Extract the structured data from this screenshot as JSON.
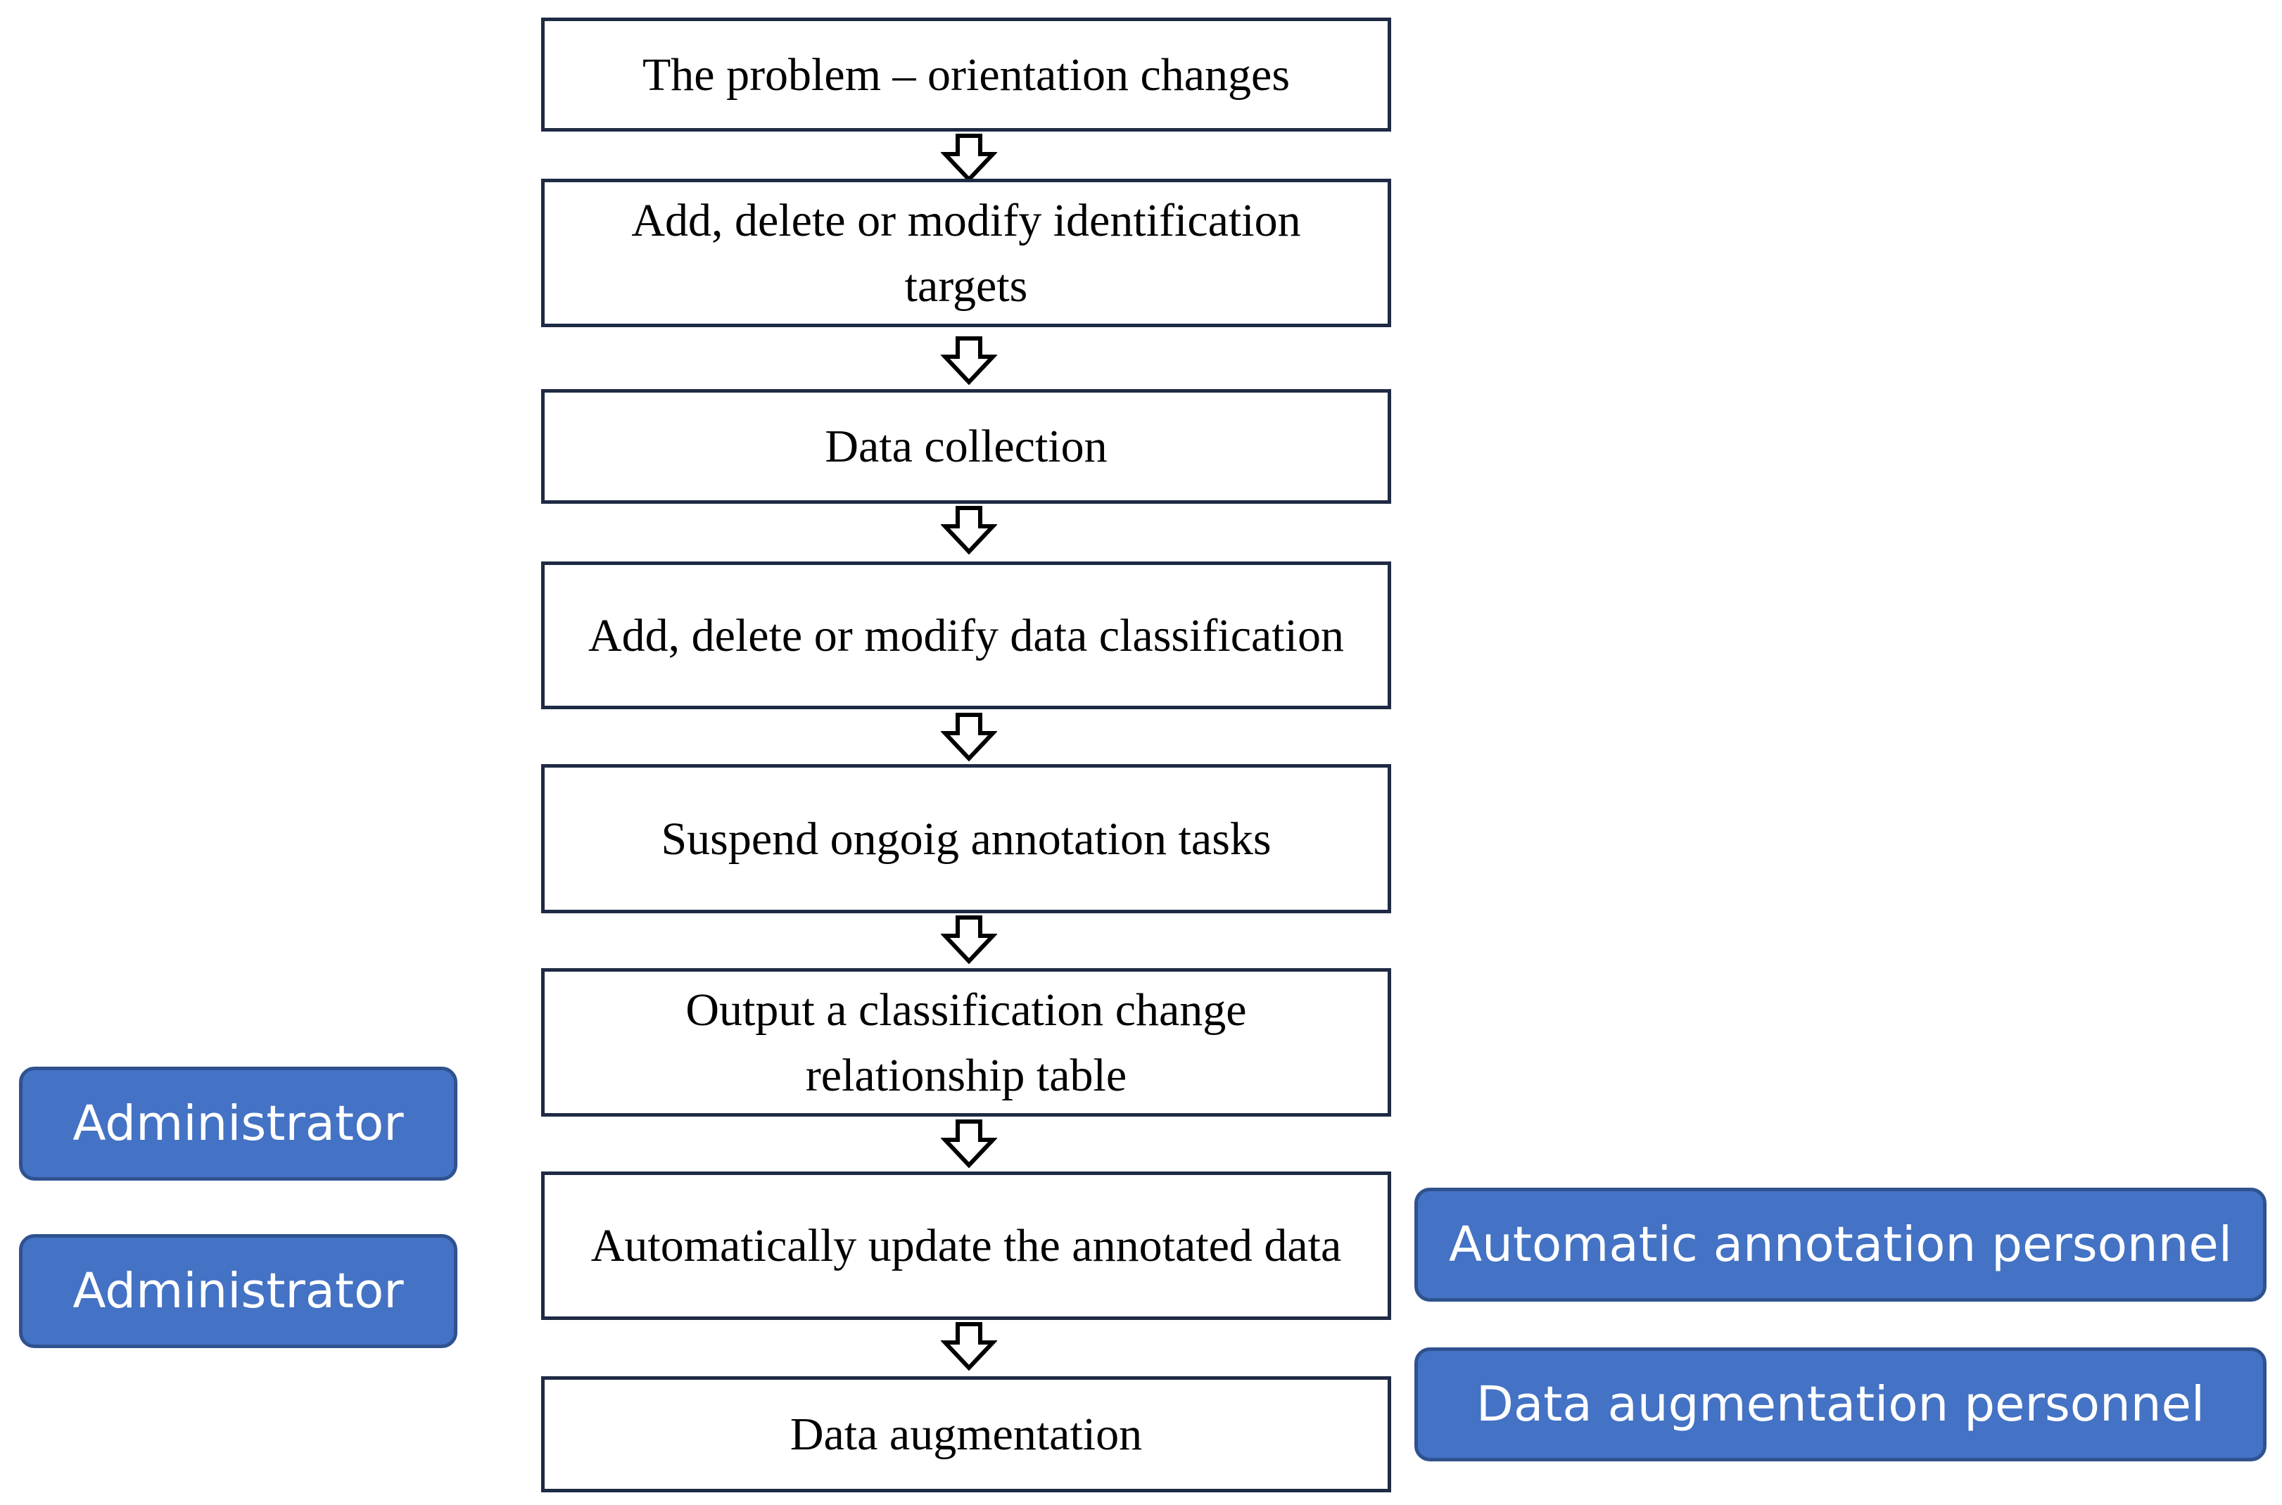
{
  "flow": {
    "steps": [
      "The problem – orientation changes",
      "Add, delete or modify identification targets",
      "Data collection",
      "Add, delete or modify data classification",
      "Suspend ongoig annotation tasks",
      "Output a classification change relationship table",
      "Automatically update the annotated data",
      "Data augmentation"
    ]
  },
  "roles": {
    "left": [
      "Administrator",
      "Administrator"
    ],
    "right": [
      "Automatic annotation personnel",
      "Data augmentation personnel"
    ]
  },
  "colors": {
    "step_border": "#1f2a44",
    "role_fill": "#4472c4",
    "role_border": "#2f528f",
    "role_text": "#ffffff"
  }
}
